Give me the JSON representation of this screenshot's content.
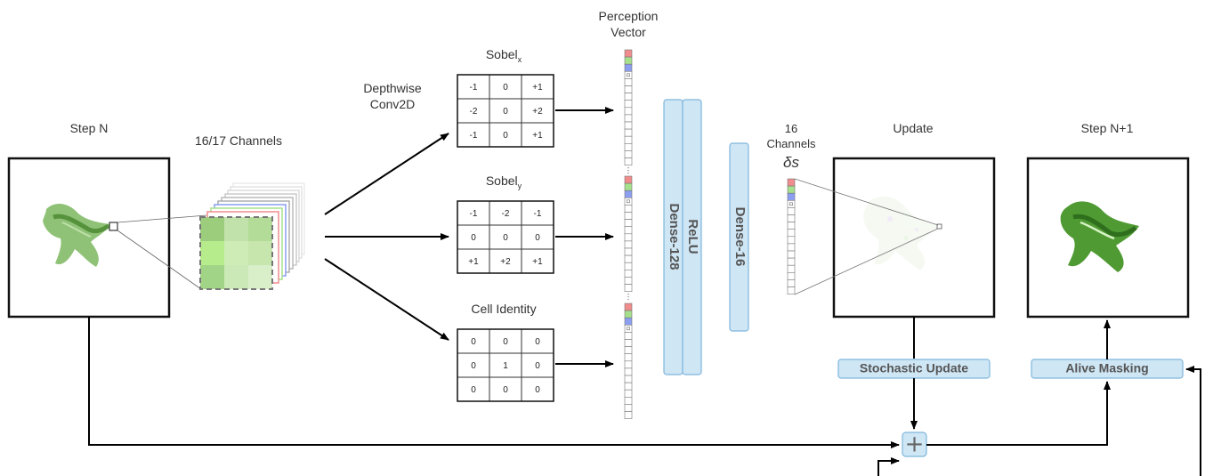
{
  "labels": {
    "step_n": "Step N",
    "channels": "16/17 Channels",
    "depthwise_line1": "Depthwise",
    "depthwise_line2": "Conv2D",
    "perception_line1": "Perception",
    "perception_line2": "Vector",
    "sobel_x": "Sobel",
    "sobel_x_sub": "x",
    "sobel_y": "Sobel",
    "sobel_y_sub": "y",
    "cell_identity": "Cell Identity",
    "update_channels_line1": "16",
    "update_channels_line2": "Channels",
    "delta_s": "δs",
    "update": "Update",
    "step_n1": "Step N+1"
  },
  "layers": {
    "dense128": "Dense-128",
    "relu": "ReLU",
    "dense16": "Dense-16"
  },
  "ops": {
    "stochastic_update": "Stochastic Update",
    "alive_masking": "Alive Masking",
    "plus": "+"
  },
  "kernels": {
    "sobel_x": [
      [
        "-1",
        "0",
        "+1"
      ],
      [
        "-2",
        "0",
        "+2"
      ],
      [
        "-1",
        "0",
        "+1"
      ]
    ],
    "sobel_y": [
      [
        "-1",
        "-2",
        "-1"
      ],
      [
        "0",
        "0",
        "0"
      ],
      [
        "+1",
        "+2",
        "+1"
      ]
    ],
    "identity": [
      [
        "0",
        "0",
        "0"
      ],
      [
        "0",
        "1",
        "0"
      ],
      [
        "0",
        "0",
        "0"
      ]
    ]
  },
  "colors": {
    "layer_fill": "#cfe6f5",
    "layer_stroke": "#7fb6dc",
    "rgb_red": "#f08c8c",
    "rgb_green": "#a6e08c",
    "rgb_blue": "#8c9ef0",
    "lizard": "#5aa83c"
  }
}
